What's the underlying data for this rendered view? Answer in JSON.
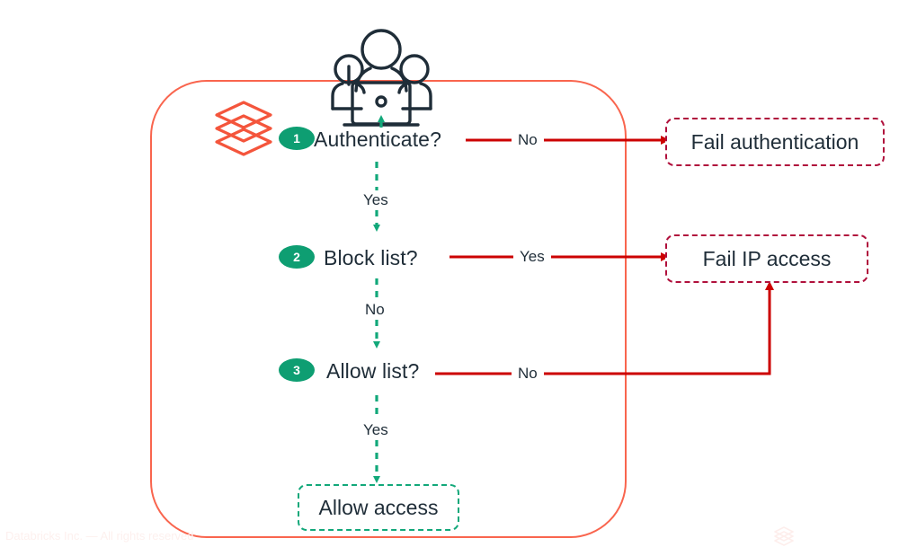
{
  "diagram": {
    "title_icon": "layers-stack-icon",
    "actor_icon": "users-team-computer-icon",
    "container_label": "workspace-boundary",
    "decisions": [
      {
        "num": "1",
        "label": "Authenticate?",
        "badge_icon": "step-badge-1"
      },
      {
        "num": "2",
        "label": "Block list?",
        "badge_icon": "step-badge-2"
      },
      {
        "num": "3",
        "label": "Allow list?",
        "badge_icon": "step-badge-3"
      }
    ],
    "vertical_edges": [
      {
        "label": "Yes",
        "from": "Authenticate?",
        "to": "Block list?"
      },
      {
        "label": "No",
        "from": "Block list?",
        "to": "Allow list?"
      },
      {
        "label": "Yes",
        "from": "Allow list?",
        "to": "Allow access"
      }
    ],
    "horizontal_edges": [
      {
        "label": "No",
        "from": "Authenticate?",
        "to": "Fail authentication"
      },
      {
        "label": "Yes",
        "from": "Block list?",
        "to": "Fail IP access"
      },
      {
        "label": "No",
        "from": "Allow list?",
        "to": "Fail IP access"
      }
    ],
    "terminals": [
      {
        "label": "Fail authentication",
        "kind": "fail"
      },
      {
        "label": "Fail IP access",
        "kind": "fail"
      },
      {
        "label": "Allow access",
        "kind": "allow"
      }
    ],
    "watermark": {
      "text": "Databricks Inc. — All rights reserved",
      "logo_icon": "databricks-logo-icon"
    },
    "colors": {
      "green": "#12a87a",
      "red": "#cc0000",
      "crimson": "#b0103c",
      "coral": "#f9654e",
      "text": "#1f2d38",
      "icon_dark": "#1f2d38"
    }
  }
}
